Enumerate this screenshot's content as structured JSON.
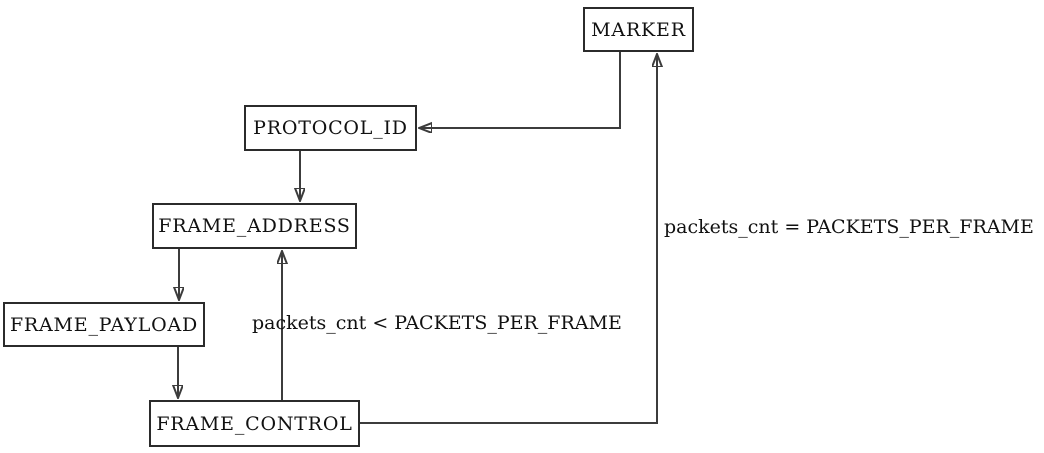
{
  "diagram": {
    "kind": "state-machine",
    "colors": {
      "background": "#ffffff",
      "node_fill": "#ffffff",
      "node_border": "#2b2b2b",
      "edge_line": "#3c3c3c",
      "arrowhead": "#222222",
      "text": "#111111"
    },
    "nodes": {
      "marker": {
        "label": "MARKER"
      },
      "protocol_id": {
        "label": "PROTOCOL_ID"
      },
      "frame_address": {
        "label": "FRAME_ADDRESS"
      },
      "frame_payload": {
        "label": "FRAME_PAYLOAD"
      },
      "frame_control": {
        "label": "FRAME_CONTROL"
      }
    },
    "edges": [
      {
        "from": "MARKER",
        "to": "PROTOCOL_ID",
        "label": ""
      },
      {
        "from": "PROTOCOL_ID",
        "to": "FRAME_ADDRESS",
        "label": ""
      },
      {
        "from": "FRAME_ADDRESS",
        "to": "FRAME_PAYLOAD",
        "label": ""
      },
      {
        "from": "FRAME_PAYLOAD",
        "to": "FRAME_CONTROL",
        "label": ""
      },
      {
        "from": "FRAME_CONTROL",
        "to": "FRAME_ADDRESS",
        "label": "packets_cnt < PACKETS_PER_FRAME"
      },
      {
        "from": "FRAME_CONTROL",
        "to": "MARKER",
        "label": "packets_cnt = PACKETS_PER_FRAME"
      }
    ]
  }
}
